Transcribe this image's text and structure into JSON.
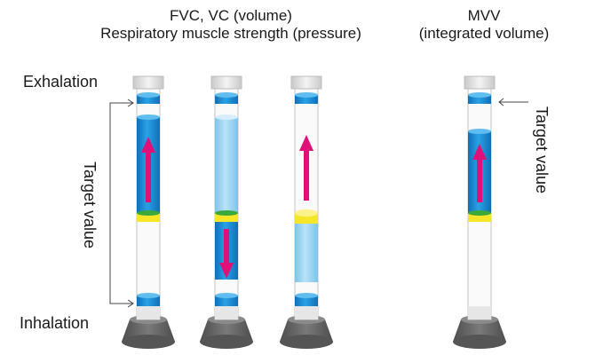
{
  "header": {
    "left_line1": "FVC, VC (volume)",
    "left_line2": "Respiratory muscle strength (pressure)",
    "right_line1": "MVV",
    "right_line2": "(integrated volume)"
  },
  "labels": {
    "exhalation": "Exhalation",
    "inhalation": "Inhalation",
    "target_left": "Target value",
    "target_right": "Target value"
  },
  "colors": {
    "blue": "#1a8fd8",
    "light_blue": "#8fd0f0",
    "green": "#3aa83a",
    "yellow": "#f5e62a",
    "magenta": "#e0107a",
    "base": "#6a6a6a"
  }
}
